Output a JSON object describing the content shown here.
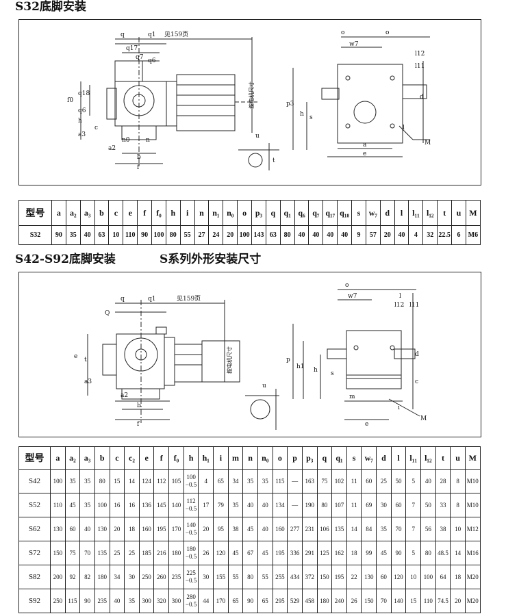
{
  "sections": {
    "s32_title": "S32底脚安装",
    "s42_title": "S42-S92底脚安装",
    "series_title": "S系列外形安装尺寸"
  },
  "drawing_labels": {
    "see_page": "见159页",
    "motor_size": "按电机尺寸",
    "top": {
      "q": "q",
      "q1": "q1",
      "q17": "q17",
      "q7": "q7",
      "q6": "q6",
      "q18": "q18",
      "f0": "f0",
      "q6v": "q6",
      "h": "h",
      "c": "c",
      "a3": "a3",
      "a2": "a2",
      "n0": "n0",
      "n": "n",
      "b": "b",
      "f": "f",
      "u": "u",
      "t": "t",
      "o": "o",
      "w7": "w7",
      "l12": "l12",
      "l11": "l11",
      "p3": "p3",
      "s": "s",
      "d": "d",
      "l": "l",
      "a": "a",
      "e": "e",
      "M": "M"
    },
    "bottom": {
      "q": "q",
      "q1": "q1",
      "Q": "Q",
      "e": "e",
      "t": "t",
      "a3": "a3",
      "a2": "a2",
      "b": "b",
      "f": "f",
      "u": "u",
      "o": "o",
      "w7": "w7",
      "l": "l",
      "l12": "l12",
      "l11": "l11",
      "p": "p",
      "h1": "h1",
      "h": "h",
      "s": "s",
      "d": "d",
      "c": "c",
      "m": "m",
      "i": "i",
      "M": "M",
      "e2": "e"
    }
  },
  "table_s32": {
    "headers": [
      "型号",
      "a",
      "a₂",
      "a₃",
      "b",
      "c",
      "e",
      "f",
      "f₀",
      "h",
      "i",
      "n",
      "n₁",
      "n₀",
      "o",
      "p₃",
      "q",
      "q₁",
      "q₆",
      "q₇",
      "q₁₇",
      "q₁₈",
      "s",
      "w₇",
      "d",
      "l",
      "l₁₁",
      "l₁₂",
      "t",
      "u",
      "M"
    ],
    "rows": [
      [
        "S32",
        "90",
        "35",
        "40",
        "63",
        "10",
        "110",
        "90",
        "100",
        "80",
        "55",
        "27",
        "24",
        "20",
        "100",
        "143",
        "63",
        "80",
        "40",
        "40",
        "40",
        "40",
        "9",
        "57",
        "20",
        "40",
        "4",
        "32",
        "22.5",
        "6",
        "M6"
      ]
    ]
  },
  "table_s42": {
    "headers": [
      "型号",
      "a",
      "a₂",
      "a₃",
      "b",
      "c",
      "c₂",
      "e",
      "f",
      "f₀",
      "h",
      "h₁",
      "i",
      "m",
      "n",
      "n₀",
      "o",
      "p",
      "p₃",
      "q",
      "q₁",
      "s",
      "w₇",
      "d",
      "l",
      "l₁₁",
      "l₁₂",
      "t",
      "u",
      "M"
    ],
    "rows": [
      [
        "S42",
        "100",
        "35",
        "35",
        "80",
        "15",
        "14",
        "124",
        "112",
        "105",
        [
          "100",
          "−0.5"
        ],
        "4",
        "65",
        "34",
        "35",
        "35",
        "115",
        "—",
        "163",
        "75",
        "102",
        "11",
        "60",
        "25",
        "50",
        "5",
        "40",
        "28",
        "8",
        "M10"
      ],
      [
        "S52",
        "110",
        "45",
        "35",
        "100",
        "16",
        "16",
        "136",
        "145",
        "140",
        [
          "112",
          "−0.5"
        ],
        "17",
        "79",
        "35",
        "40",
        "40",
        "134",
        "—",
        "190",
        "80",
        "107",
        "11",
        "69",
        "30",
        "60",
        "7",
        "50",
        "33",
        "8",
        "M10"
      ],
      [
        "S62",
        "130",
        "60",
        "40",
        "130",
        "20",
        "18",
        "160",
        "195",
        "170",
        [
          "140",
          "−0.5"
        ],
        "20",
        "95",
        "38",
        "45",
        "40",
        "160",
        "277",
        "231",
        "106",
        "135",
        "14",
        "84",
        "35",
        "70",
        "7",
        "56",
        "38",
        "10",
        "M12"
      ],
      [
        "S72",
        "150",
        "75",
        "70",
        "135",
        "25",
        "25",
        "185",
        "216",
        "180",
        [
          "180",
          "−0.5"
        ],
        "26",
        "120",
        "45",
        "67",
        "45",
        "195",
        "336",
        "291",
        "125",
        "162",
        "18",
        "99",
        "45",
        "90",
        "5",
        "80",
        "48.5",
        "14",
        "M16"
      ],
      [
        "S82",
        "200",
        "92",
        "82",
        "180",
        "34",
        "30",
        "250",
        "260",
        "235",
        [
          "225",
          "−0.5"
        ],
        "30",
        "155",
        "55",
        "80",
        "55",
        "255",
        "434",
        "372",
        "150",
        "195",
        "22",
        "130",
        "60",
        "120",
        "10",
        "100",
        "64",
        "18",
        "M20"
      ],
      [
        "S92",
        "250",
        "115",
        "90",
        "235",
        "40",
        "35",
        "300",
        "320",
        "300",
        [
          "280",
          "−0.5"
        ],
        "44",
        "170",
        "65",
        "90",
        "65",
        "295",
        "529",
        "458",
        "180",
        "240",
        "26",
        "150",
        "70",
        "140",
        "15",
        "110",
        "74.5",
        "20",
        "M20"
      ]
    ]
  }
}
